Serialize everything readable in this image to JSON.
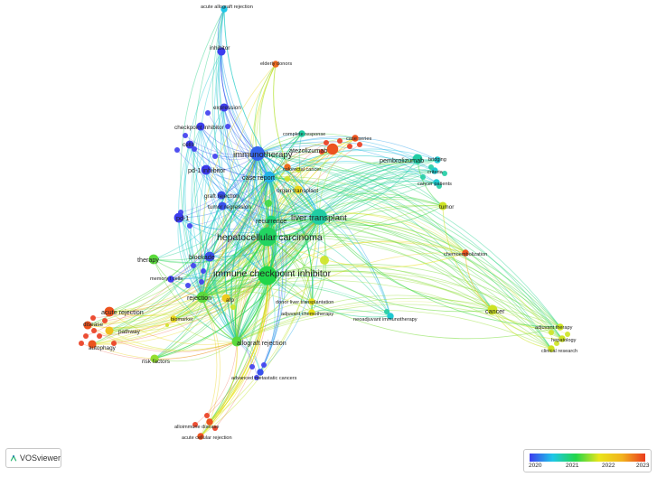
{
  "app": {
    "logo_text": "VOSviewer"
  },
  "legend": {
    "ticks": [
      "2020",
      "2021",
      "2022",
      "2023"
    ],
    "colors": [
      "#3d3dee",
      "#1fc7e8",
      "#22d64a",
      "#e9e51c",
      "#ea3b1e"
    ]
  },
  "network": {
    "nodes": [
      {
        "id": "hcc",
        "label": "hepatocellular carcinoma",
        "year": 2021.3,
        "weight": 10
      },
      {
        "id": "ici",
        "label": "immune checkpoint inhibitor",
        "year": 2021.4,
        "weight": 10
      },
      {
        "id": "lt",
        "label": "liver transplant",
        "year": 2021.0,
        "weight": 8
      },
      {
        "id": "immuno",
        "label": "immunotherapy",
        "year": 2020.2,
        "weight": 7
      },
      {
        "id": "casereport",
        "label": "case report",
        "year": 2020.6,
        "weight": 5
      },
      {
        "id": "recurrence",
        "label": "recurrence",
        "year": 2021.2,
        "weight": 4
      },
      {
        "id": "rejection",
        "label": "rejection",
        "year": 2021.6,
        "weight": 5
      },
      {
        "id": "allograft",
        "label": "allograft rejection",
        "year": 2021.6,
        "weight": 4
      },
      {
        "id": "pembro",
        "label": "pembrolizumab",
        "year": 2021.0,
        "weight": 4
      },
      {
        "id": "atezo",
        "label": "atezolizumab",
        "year": 2022.9,
        "weight": 5
      },
      {
        "id": "tumor",
        "label": "tumor",
        "year": 2022.0,
        "weight": 3
      },
      {
        "id": "cancer",
        "label": "cancer",
        "year": 2022.0,
        "weight": 4
      },
      {
        "id": "therapy",
        "label": "therapy",
        "year": 2021.6,
        "weight": 4
      },
      {
        "id": "blockade",
        "label": "blockade",
        "year": 2020.1,
        "weight": 4
      },
      {
        "id": "afp",
        "label": "afp",
        "year": 2022.3,
        "weight": 3
      },
      {
        "id": "riskfactors",
        "label": "risk factors",
        "year": 2021.8,
        "weight": 3
      },
      {
        "id": "acuterej",
        "label": "acute rejection",
        "year": 2022.9,
        "weight": 4
      },
      {
        "id": "disease",
        "label": "disease",
        "year": 2022.9,
        "weight": 3
      },
      {
        "id": "pathway",
        "label": "pathway",
        "year": 2022.4,
        "weight": 3
      },
      {
        "id": "autophagy",
        "label": "autophagy",
        "year": 2022.9,
        "weight": 3
      },
      {
        "id": "biomarker",
        "label": "biomarker",
        "year": 2022.2,
        "weight": 2
      },
      {
        "id": "pd1inh",
        "label": "pd-1 inhibitor",
        "year": 2020.0,
        "weight": 4
      },
      {
        "id": "pd1",
        "label": "pd-1",
        "year": 2020.0,
        "weight": 4
      },
      {
        "id": "graftrej",
        "label": "graft rejection",
        "year": 2020.1,
        "weight": 3
      },
      {
        "id": "tumorreg",
        "label": "tumor regression",
        "year": 2020.1,
        "weight": 3
      },
      {
        "id": "cpi",
        "label": "checkpoint inhibitor",
        "year": 2020.0,
        "weight": 3
      },
      {
        "id": "expression",
        "label": "expression",
        "year": 2020.0,
        "weight": 3
      },
      {
        "id": "cells",
        "label": "cells",
        "year": 2020.0,
        "weight": 3
      },
      {
        "id": "inhibitor",
        "label": "inhibitor",
        "year": 2020.0,
        "weight": 3
      },
      {
        "id": "aar",
        "label": "acute allograft rejection",
        "year": 2020.7,
        "weight": 2
      },
      {
        "id": "elderly",
        "label": "elderly donors",
        "year": 2022.8,
        "weight": 2
      },
      {
        "id": "complete",
        "label": "complete response",
        "year": 2021.0,
        "weight": 2
      },
      {
        "id": "colorectal",
        "label": "colorectal cancer",
        "year": 2022.8,
        "weight": 2
      },
      {
        "id": "caseseries",
        "label": "case series",
        "year": 2022.9,
        "weight": 2
      },
      {
        "id": "organ",
        "label": "organ transplant",
        "year": 2022.2,
        "weight": 3
      },
      {
        "id": "bridging",
        "label": "bridging",
        "year": 2020.8,
        "weight": 2
      },
      {
        "id": "criteria",
        "label": "criteria",
        "year": 2020.8,
        "weight": 2
      },
      {
        "id": "cancerpts",
        "label": "cancer patients",
        "year": 2020.8,
        "weight": 2
      },
      {
        "id": "chemo",
        "label": "chemoembolization",
        "year": 2022.9,
        "weight": 2
      },
      {
        "id": "memoryt",
        "label": "memory t cells",
        "year": 2020.0,
        "weight": 2
      },
      {
        "id": "donorlt",
        "label": "donor liver transplantation",
        "year": 2022.1,
        "weight": 2
      },
      {
        "id": "adjchemo",
        "label": "adjuvant chemotherapy",
        "year": 2022.1,
        "weight": 2
      },
      {
        "id": "neoadj",
        "label": "neoadjuvant immunotherapy",
        "year": 2020.8,
        "weight": 2
      },
      {
        "id": "adjther",
        "label": "adjuvant therapy",
        "year": 2022.0,
        "weight": 2
      },
      {
        "id": "hepatology",
        "label": "hepatology",
        "year": 2022.0,
        "weight": 2
      },
      {
        "id": "clinres",
        "label": "clinical research",
        "year": 2022.0,
        "weight": 2
      },
      {
        "id": "advmeta",
        "label": "advanced metastatic cancers",
        "year": 2020.1,
        "weight": 2
      },
      {
        "id": "alloimm",
        "label": "alloimmune disease",
        "year": 2022.9,
        "weight": 2
      },
      {
        "id": "acr",
        "label": "acute cellular rejection",
        "year": 2022.9,
        "weight": 2
      }
    ]
  }
}
